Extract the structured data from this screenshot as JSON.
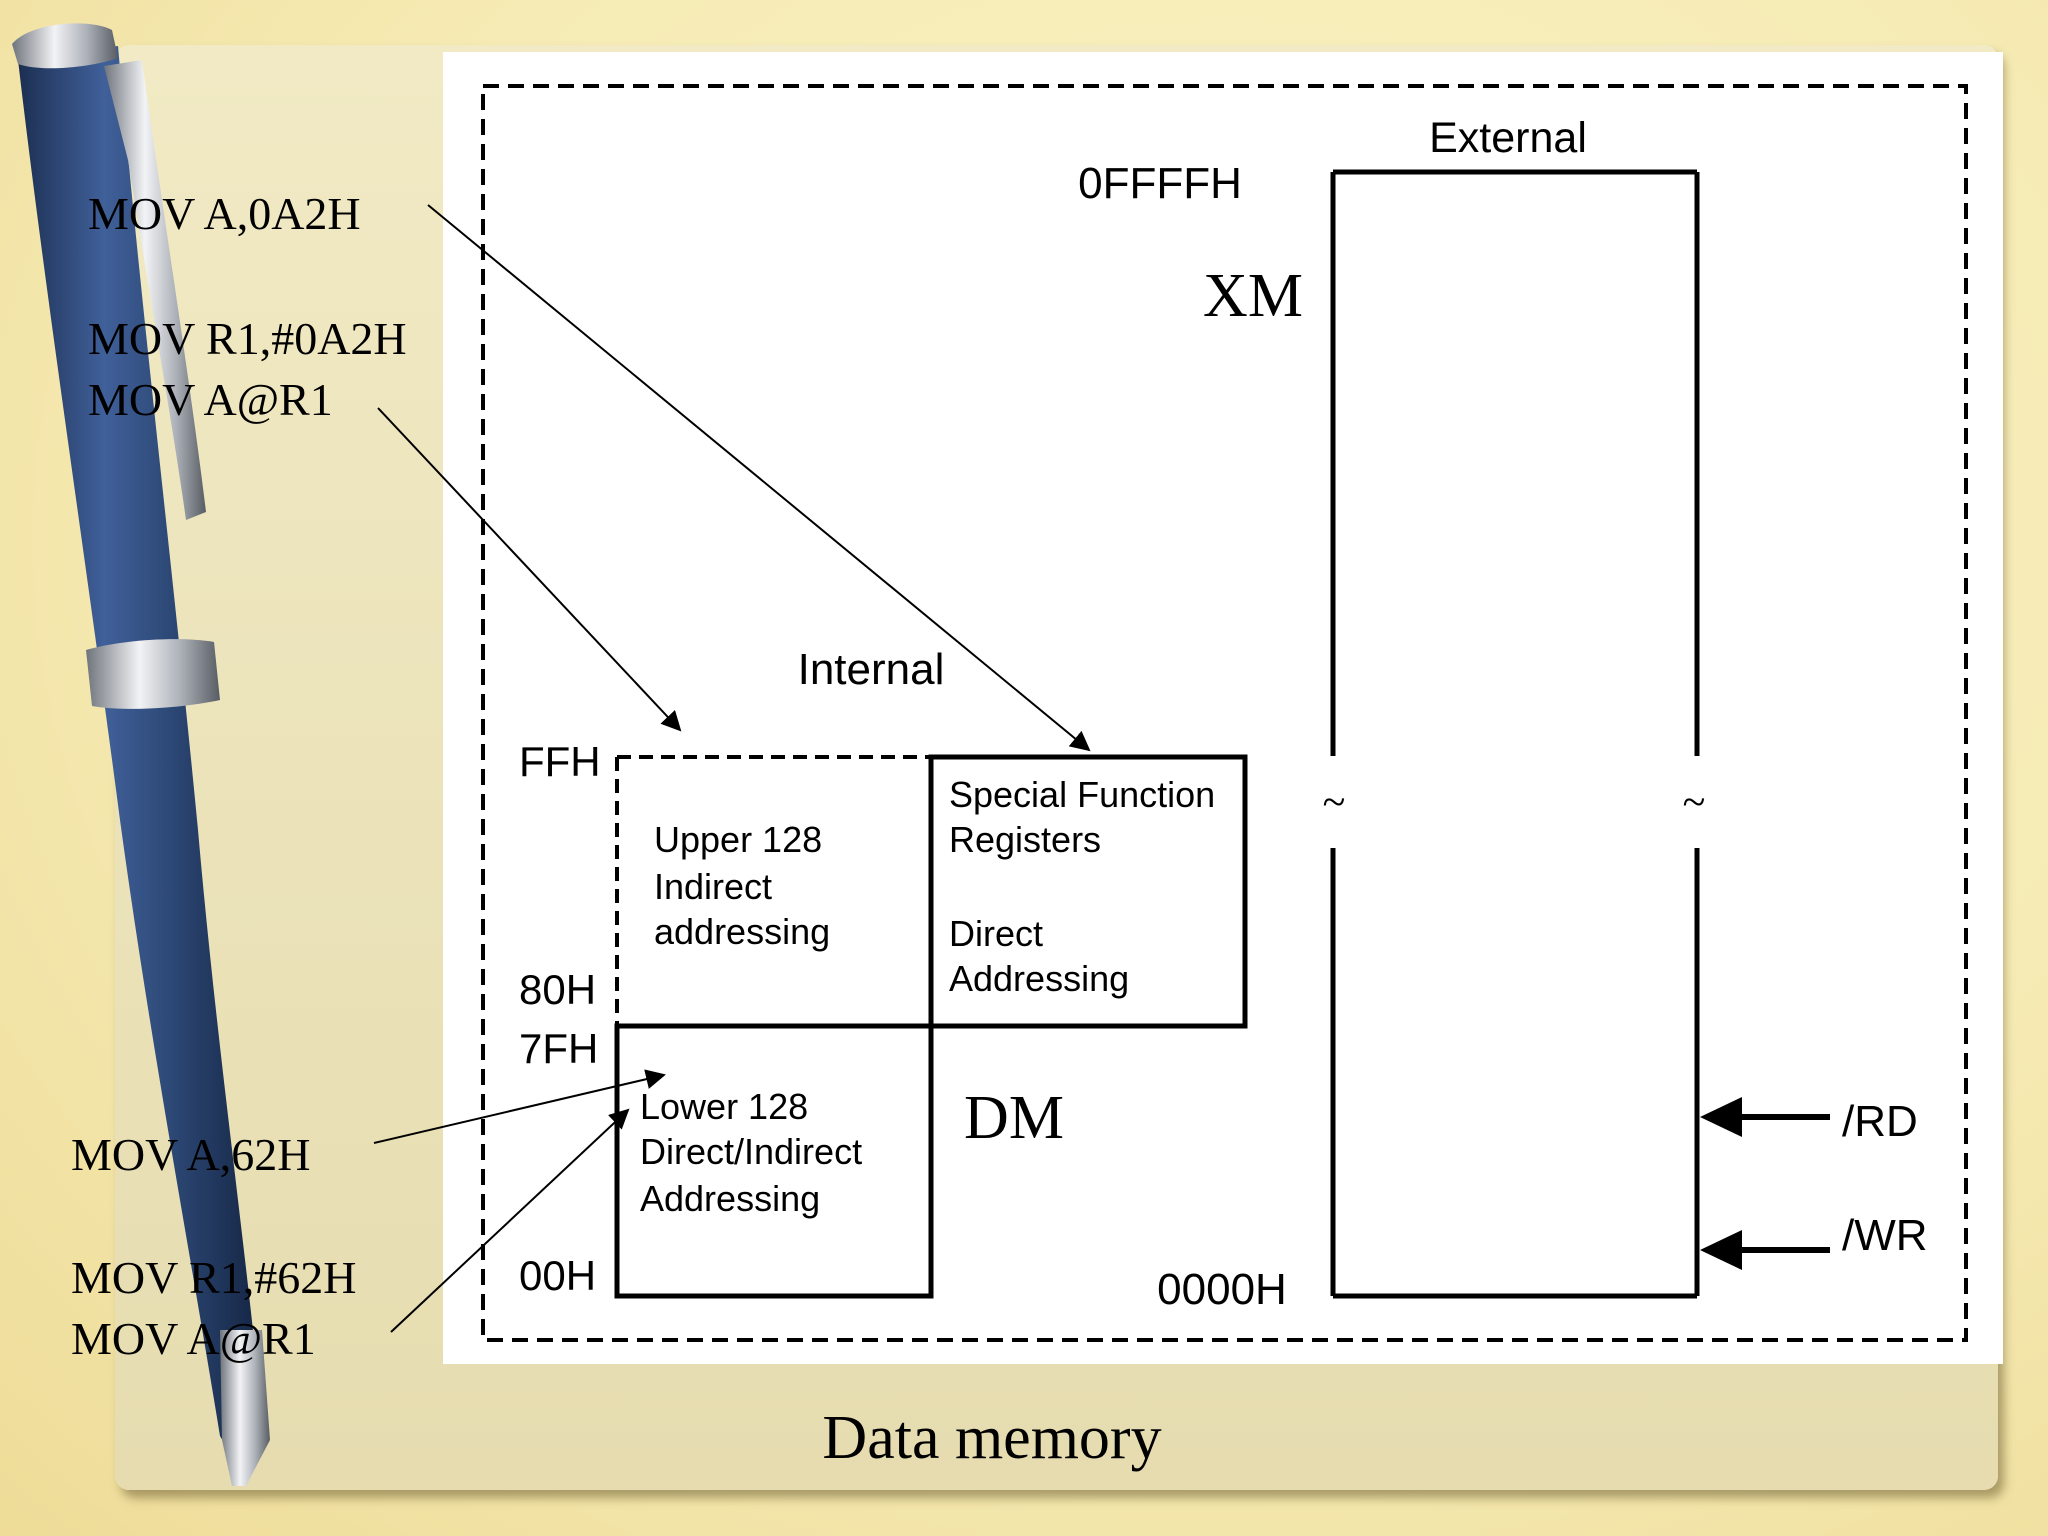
{
  "caption": "Data memory",
  "external": {
    "heading": "External",
    "top_address": "0FFFFH",
    "bottom_address": "0000H",
    "label": "XM",
    "break_mark": "~",
    "signals": [
      "/RD",
      "/WR"
    ]
  },
  "internal": {
    "heading": "Internal",
    "label": "DM",
    "addresses": [
      "FFH",
      "80H",
      "7FH",
      "00H"
    ],
    "upper": {
      "lines": [
        "Upper 128",
        "Indirect",
        "addressing"
      ]
    },
    "sfr": {
      "lines": [
        "Special Function",
        "Registers",
        "Direct",
        "Addressing"
      ]
    },
    "lower": {
      "lines": [
        "Lower 128",
        "Direct/Indirect",
        "Addressing"
      ]
    }
  },
  "instructions": {
    "sfr_direct": [
      "MOV A,0A2H"
    ],
    "upper_indirect": [
      "MOV R1,#0A2H",
      "MOV A@R1"
    ],
    "lower_direct": [
      "MOV A,62H"
    ],
    "lower_indirect": [
      "MOV R1,#62H",
      "MOV A@R1"
    ]
  },
  "colors": {
    "pen_body": "#2e4a78",
    "pen_chrome": "#c9ccd2",
    "ink": "#000000",
    "panel": "#ffffff"
  }
}
